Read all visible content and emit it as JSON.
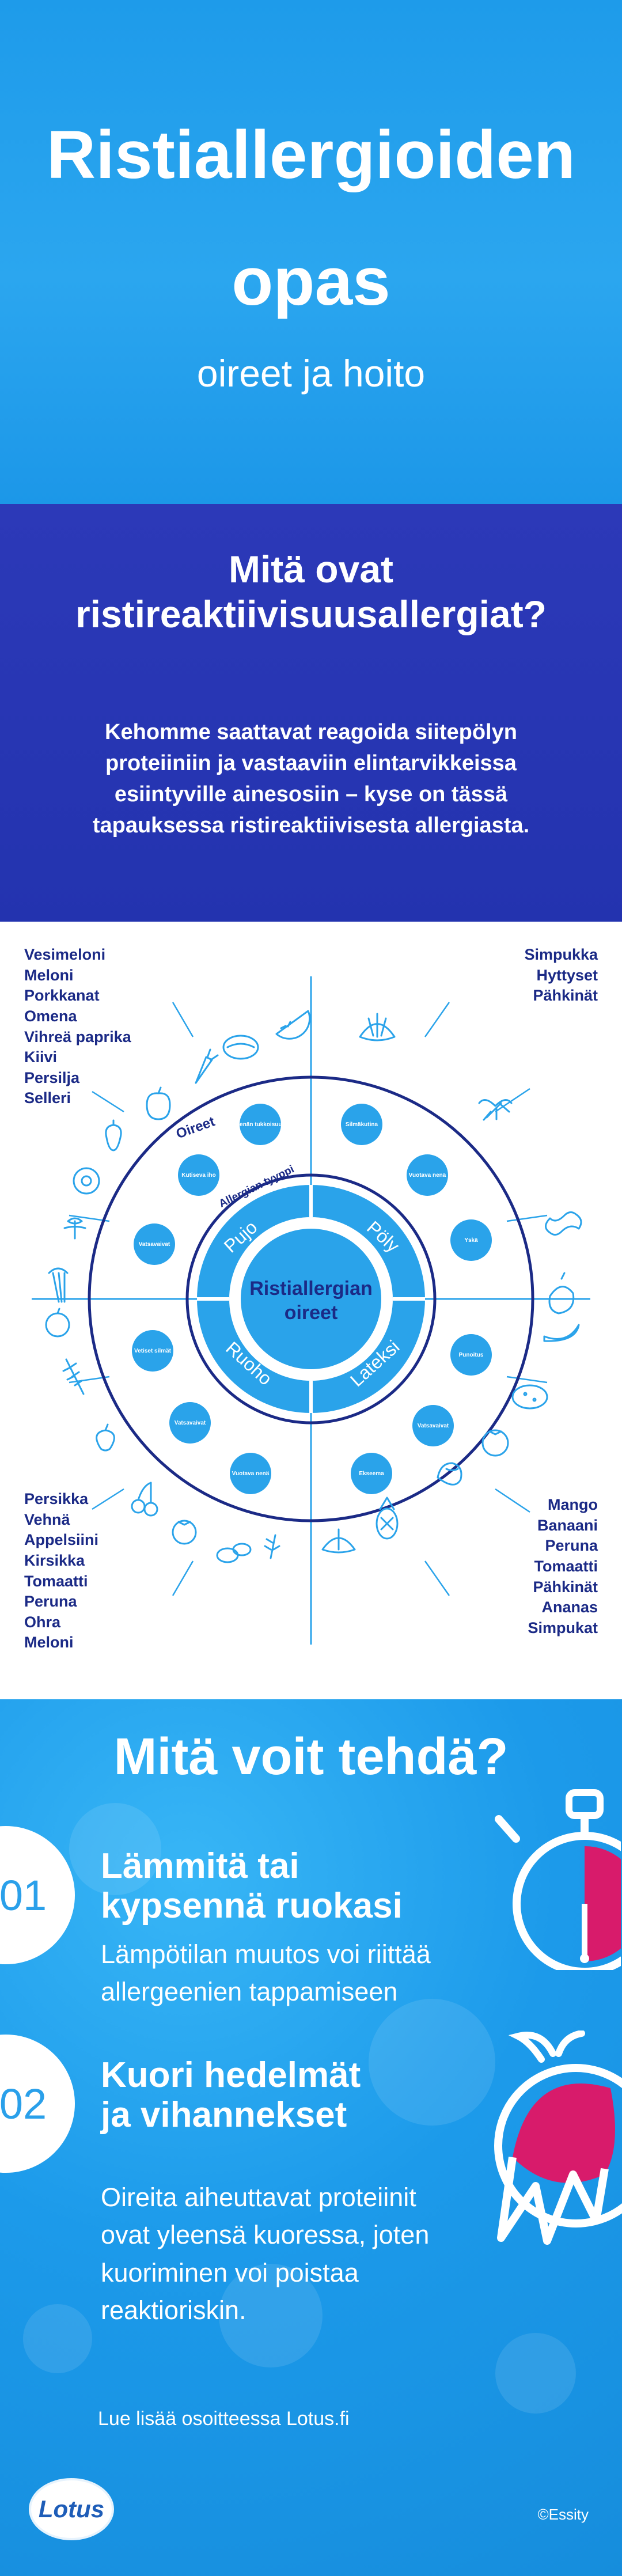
{
  "hero": {
    "title_line1": "Ristiallergioiden",
    "title_line2": "opas",
    "subtitle": "oireet ja hoito"
  },
  "intro": {
    "title_line1": "Mitä ovat",
    "title_line2": "ristireaktiivisuusallergiat?",
    "text": "Kehomme saattavat reagoida siitepölyn proteiiniin ja vastaaviin elintarvikkeissa esiintyville ainesosiin – kyse on tässä tapauksessa ristireaktiivisesta allergiasta."
  },
  "diagram": {
    "center_line1": "Ristiallergian",
    "center_line2": "oireet",
    "ring_label_types": "Allergian tyyppi",
    "ring_label_symptoms": "Oireet",
    "quadrants": {
      "top_left": "Pujo",
      "top_right": "Pöly",
      "bottom_left": "Ruoho",
      "bottom_right": "Lateksi"
    },
    "lists": {
      "top_left": [
        "Vesimeloni",
        "Meloni",
        "Porkkanat",
        "Omena",
        "Vihreä paprika",
        "Kiivi",
        "Persilja",
        "Selleri"
      ],
      "top_right": [
        "Simpukka",
        "Hyttyset",
        "Pähkinät"
      ],
      "bottom_left": [
        "Persikka",
        "Vehnä",
        "Appelsiini",
        "Kirsikka",
        "Tomaatti",
        "Peruna",
        "Ohra",
        "Meloni"
      ],
      "bottom_right": [
        "Mango",
        "Banaani",
        "Peruna",
        "Tomaatti",
        "Pähkinät",
        "Ananas",
        "Simpukat"
      ]
    },
    "symptoms": {
      "tl_1": "Kutiseva iho",
      "tl_2": "Nenän tukkoisuus",
      "tl_3": "Vatsavaivat",
      "tr_1": "Silmäkutina",
      "tr_2": "Vuotava nenä",
      "tr_3": "Yskä",
      "br_1": "Punoitus",
      "br_2": "Vatsavaivat",
      "br_3": "Ekseema",
      "bl_1": "Vuotava nenä",
      "bl_2": "Vatsavaivat",
      "bl_3": "Vetiset silmät"
    },
    "colors": {
      "primary": "#2aa3ea",
      "navy": "#1b2a86",
      "icon": "#2aa3ea"
    }
  },
  "tips": {
    "title": "Mitä voit tehdä?",
    "items": [
      {
        "number": "01",
        "heading_line1": "Lämmitä tai",
        "heading_line2": "kypsennä ruokasi",
        "text": "Lämpötilan muutos voi riittää allergeenien tappamiseen"
      },
      {
        "number": "02",
        "heading_line1": "Kuori hedelmät",
        "heading_line2": "ja vihannekset",
        "text": "Oireita aiheuttavat proteiinit ovat yleensä kuoressa, joten kuoriminen voi poistaa reaktioriskin."
      }
    ],
    "more": "Lue lisää osoitteessa Lotus.fi",
    "copyright": "©Essity",
    "logo": "Lotus",
    "icons": {
      "tip1": "stopwatch-icon",
      "tip2": "peeled-fruit-icon"
    },
    "accent": "#d81b6b"
  }
}
